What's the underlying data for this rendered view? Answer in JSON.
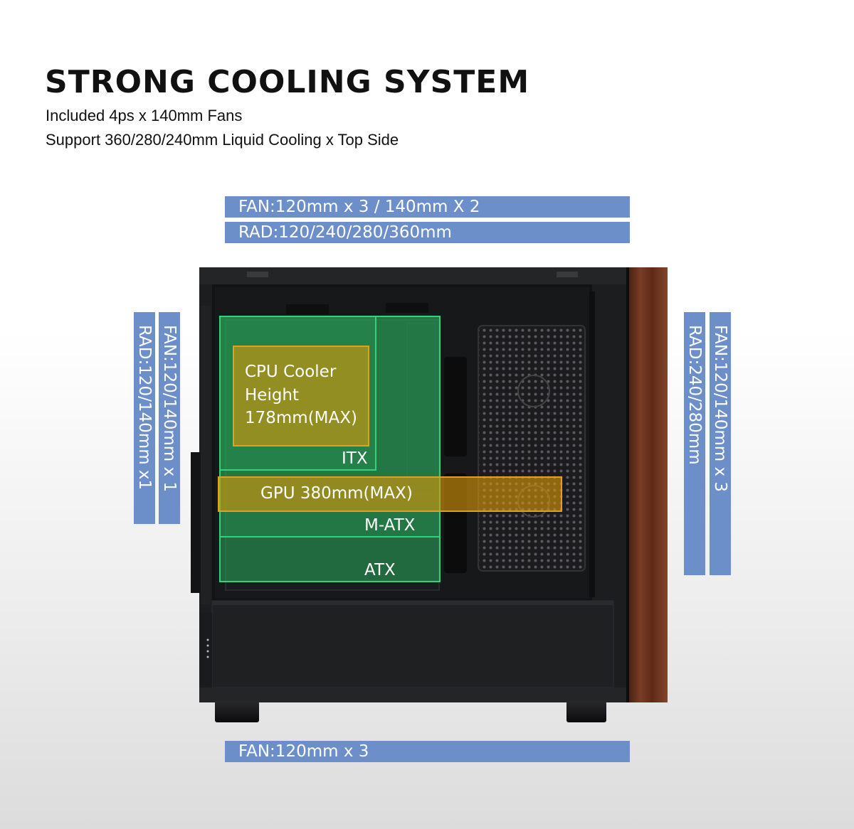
{
  "header": {
    "title": "STRONG COOLING SYSTEM",
    "line1": "Included 4ps x 140mm Fans",
    "line2": "Support 360/280/240mm Liquid Cooling x Top Side"
  },
  "top_bars": {
    "fan": "FAN:120mm x 3 / 140mm X 2",
    "rad": "RAD:120/240/280/360mm"
  },
  "left_bars": {
    "rad": "RAD:120/140mm x1",
    "fan": "FAN:120/140mm x 1"
  },
  "right_bars": {
    "rad": "RAD:240/280mm",
    "fan": "FAN:120/140mm x 3"
  },
  "bottom_bar": {
    "fan": "FAN:120mm x 3"
  },
  "overlays": {
    "cpu_line1": "CPU Cooler",
    "cpu_line2": "Height",
    "cpu_line3": "178mm(MAX)",
    "itx": "ITX",
    "gpu": "GPU 380mm(MAX)",
    "matx": "M-ATX",
    "atx": "ATX"
  },
  "colors": {
    "bar_blue": "#6c8fc9",
    "wood": "#6b3420",
    "case_black": "#1e1f21"
  }
}
